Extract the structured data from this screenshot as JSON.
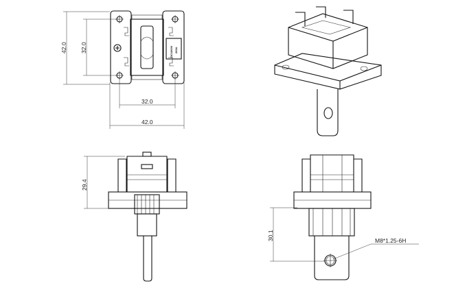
{
  "drawing": {
    "top_view": {
      "dim_height_outer": "42.0",
      "dim_height_holes": "32.0",
      "dim_width_holes": "32.0",
      "dim_width_outer": "42.0",
      "label_line1": "DC1000V",
      "label_line2": "200A"
    },
    "front_view": {
      "dim_height": "29.4"
    },
    "side_view": {
      "dim_length": "30.1",
      "thread_callout": "M8*1.25-6H"
    }
  }
}
